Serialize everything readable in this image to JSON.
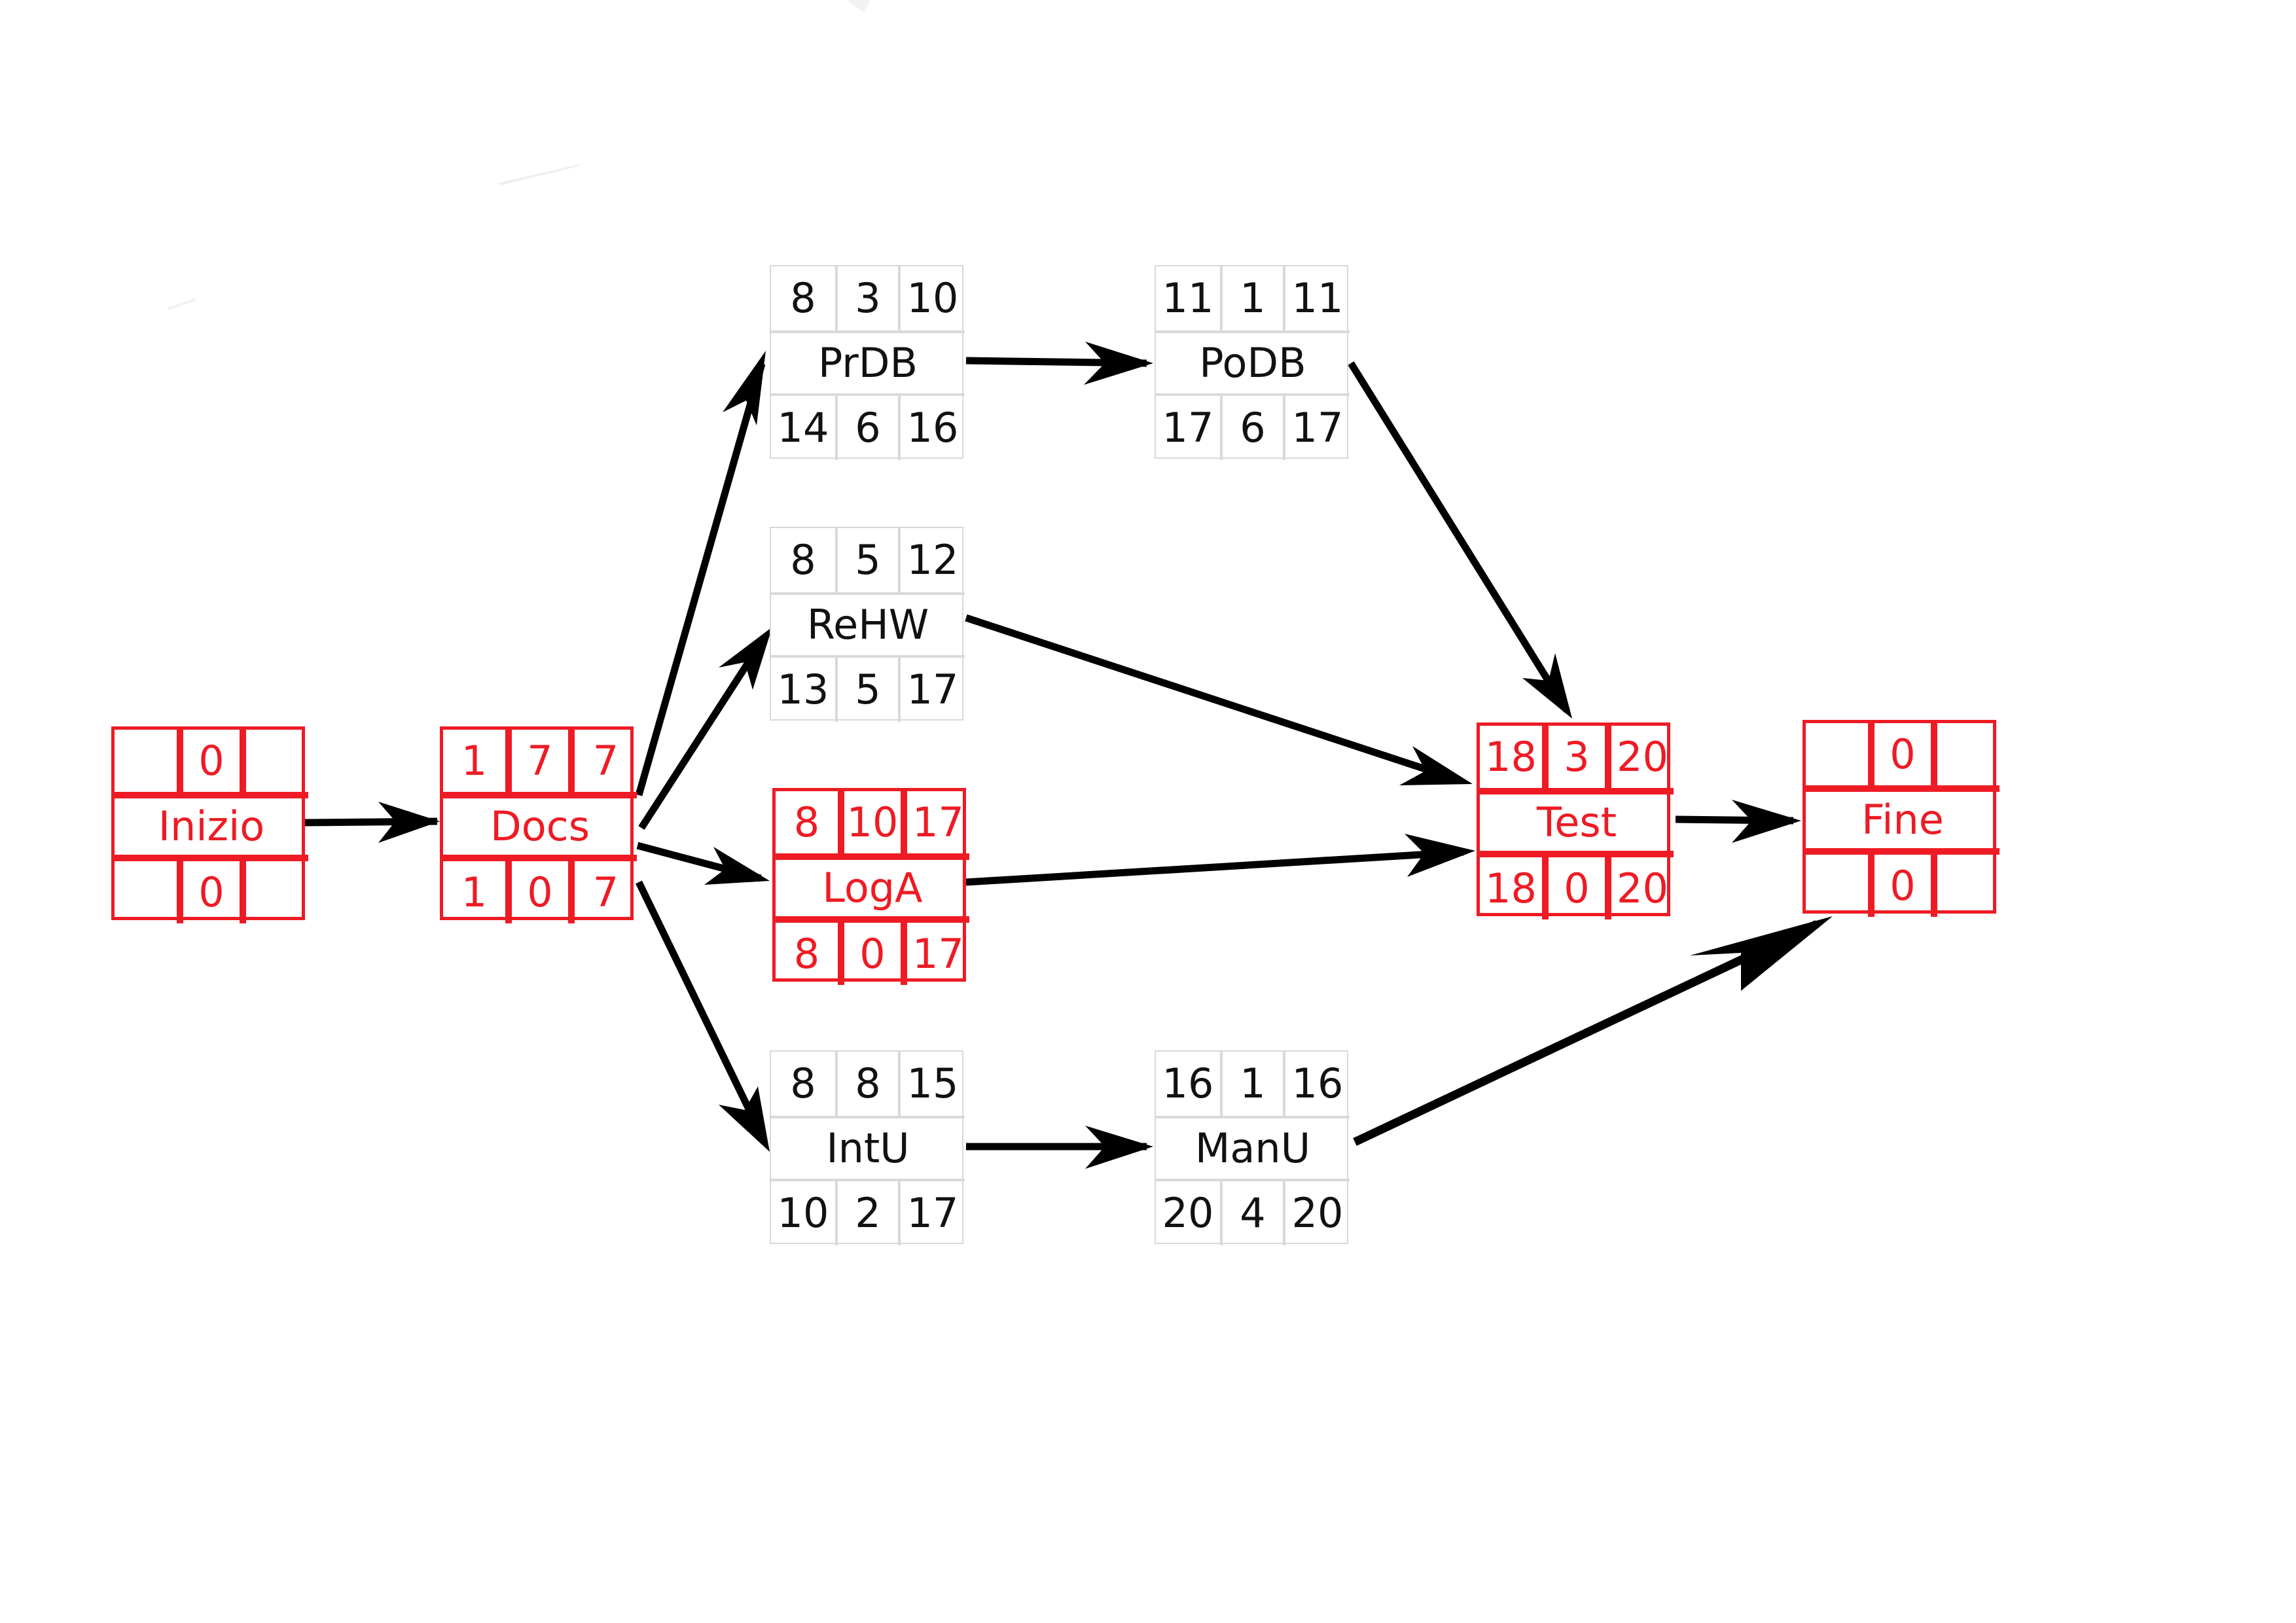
{
  "colors": {
    "critical": "#ee1b24",
    "normal_text": "#111111",
    "normal_border": "#d9d9d9",
    "arrow": "#000000"
  },
  "nodes": {
    "inizio": {
      "name": "Inizio",
      "critical": true,
      "es": "",
      "dur": "0",
      "ef": "",
      "ls": "",
      "slack": "0",
      "lf": ""
    },
    "docs": {
      "name": "Docs",
      "critical": true,
      "es": "1",
      "dur": "7",
      "ef": "7",
      "ls": "1",
      "slack": "0",
      "lf": "7"
    },
    "prdb": {
      "name": "PrDB",
      "critical": false,
      "es": "8",
      "dur": "3",
      "ef": "10",
      "ls": "14",
      "slack": "6",
      "lf": "16"
    },
    "podb": {
      "name": "PoDB",
      "critical": false,
      "es": "11",
      "dur": "1",
      "ef": "11",
      "ls": "17",
      "slack": "6",
      "lf": "17"
    },
    "rehw": {
      "name": "ReHW",
      "critical": false,
      "es": "8",
      "dur": "5",
      "ef": "12",
      "ls": "13",
      "slack": "5",
      "lf": "17"
    },
    "loga": {
      "name": "LogA",
      "critical": true,
      "es": "8",
      "dur": "10",
      "ef": "17",
      "ls": "8",
      "slack": "0",
      "lf": "17"
    },
    "intu": {
      "name": "IntU",
      "critical": false,
      "es": "8",
      "dur": "8",
      "ef": "15",
      "ls": "10",
      "slack": "2",
      "lf": "17"
    },
    "manu": {
      "name": "ManU",
      "critical": false,
      "es": "16",
      "dur": "1",
      "ef": "16",
      "ls": "20",
      "slack": "4",
      "lf": "20"
    },
    "test": {
      "name": "Test",
      "critical": true,
      "es": "18",
      "dur": "3",
      "ef": "20",
      "ls": "18",
      "slack": "0",
      "lf": "20"
    },
    "fine": {
      "name": "Fine",
      "critical": true,
      "es": "",
      "dur": "0",
      "ef": "",
      "ls": "",
      "slack": "0",
      "lf": ""
    }
  },
  "edges": [
    {
      "from": "inizio",
      "to": "docs"
    },
    {
      "from": "docs",
      "to": "prdb"
    },
    {
      "from": "docs",
      "to": "rehw"
    },
    {
      "from": "docs",
      "to": "loga"
    },
    {
      "from": "docs",
      "to": "intu"
    },
    {
      "from": "prdb",
      "to": "podb"
    },
    {
      "from": "podb",
      "to": "test"
    },
    {
      "from": "rehw",
      "to": "test"
    },
    {
      "from": "loga",
      "to": "test"
    },
    {
      "from": "intu",
      "to": "manu"
    },
    {
      "from": "manu",
      "to": "fine"
    },
    {
      "from": "test",
      "to": "fine"
    }
  ]
}
